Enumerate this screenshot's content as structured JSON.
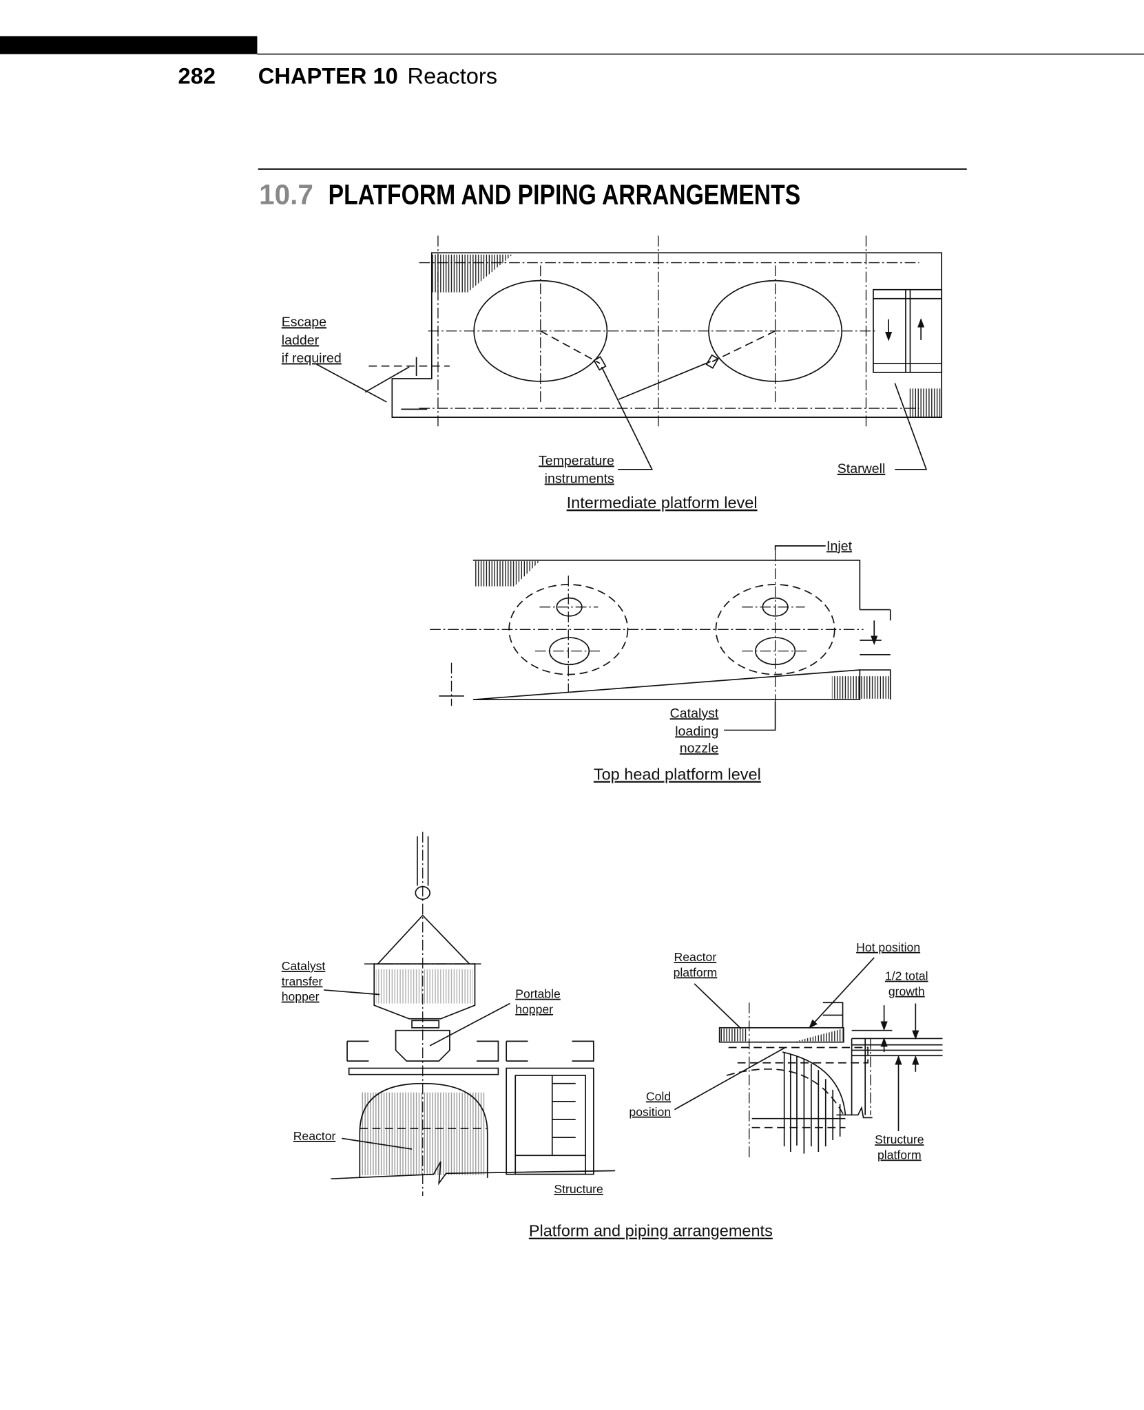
{
  "header": {
    "page_number": "282",
    "chapter": "CHAPTER 10",
    "chapter_title": "Reactors"
  },
  "section": {
    "number": "10.7",
    "title": "PLATFORM AND PIPING ARRANGEMENTS"
  },
  "figure1": {
    "labels": {
      "escape": [
        "Escape",
        "ladder",
        "if required"
      ],
      "temperature": [
        "Temperature",
        "instruments"
      ],
      "starwell": "Starwell"
    },
    "caption": "Intermediate platform level"
  },
  "figure2": {
    "labels": {
      "injet": "Injet",
      "catalyst": [
        "Catalyst",
        "loading",
        "nozzle"
      ]
    },
    "caption": "Top head platform level"
  },
  "figure3": {
    "labels": {
      "transfer_hopper": [
        "Catalyst",
        "transfer",
        "hopper"
      ],
      "portable_hopper": [
        "Portable",
        "hopper"
      ],
      "reactor": "Reactor",
      "structure": "Structure",
      "reactor_platform": [
        "Reactor",
        "platform"
      ],
      "hot_position": "Hot position",
      "half_growth": [
        "1/2 total",
        "growth"
      ],
      "cold_position": [
        "Cold",
        "position"
      ],
      "structure_platform": [
        "Structure",
        "platform"
      ]
    },
    "caption": "Platform and piping arrangements"
  }
}
